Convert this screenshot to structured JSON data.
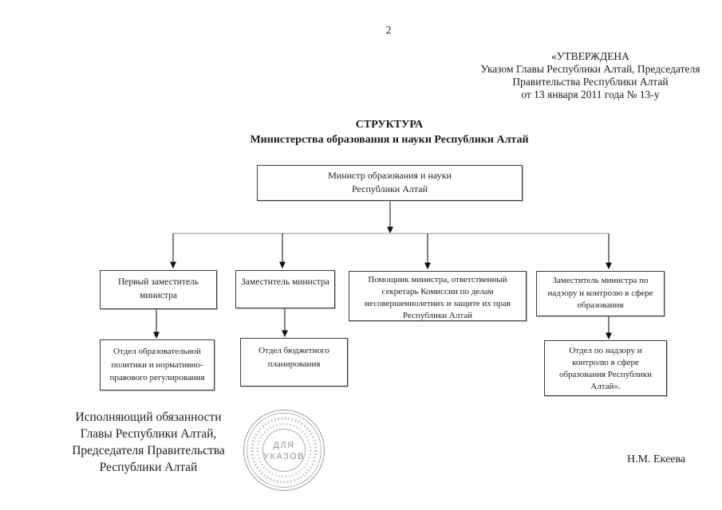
{
  "page_number": "2",
  "approval": {
    "lines": [
      "«УТВЕРЖДЕНА",
      "Указом Главы Республики Алтай, Председателя",
      "Правительства Республики Алтай",
      "от 13 января 2011 года № 13-у"
    ]
  },
  "title": {
    "line1": "СТРУКТУРА",
    "line2": "Министерства образования и науки Республики Алтай"
  },
  "org_chart": {
    "root": {
      "label": "Министр образования и науки\nРеспублики Алтай"
    },
    "level2": [
      {
        "label": "Первый заместитель\nминистра"
      },
      {
        "label": "Заместитель министра"
      },
      {
        "label": "Помощник министра, ответственный\nсекретарь Комиссии по делам\nнесовершеннолетних и защите их прав\nРеспублики Алтай"
      },
      {
        "label": "Заместитель министра по\nнадзору и контролю в сфере\nобразования"
      }
    ],
    "level3": [
      {
        "label": "Отдел образовательной\nполитики и нормативно-\nправового регулирования"
      },
      {
        "label": "Отдел бюджетного\nпланирования"
      },
      {
        "label": "Отдел по надзору и\nконтролю в сфере\nобразования Республики\nАлтай»."
      }
    ]
  },
  "signature": {
    "lines": [
      "Исполняющий обязанности",
      "Главы Республики Алтай,",
      "Председателя Правительства",
      "Республики Алтай"
    ],
    "name": "Н.М. Екеева"
  },
  "stamp": {
    "line1": "ДЛЯ",
    "line2": "УКАЗОВ"
  },
  "colors": {
    "text": "#1c1c1c",
    "connector_horizontal": "#949494",
    "connector_vertical": "#2b2b2b",
    "arrowhead": "#111111",
    "stamp": "#a3a3a3"
  }
}
